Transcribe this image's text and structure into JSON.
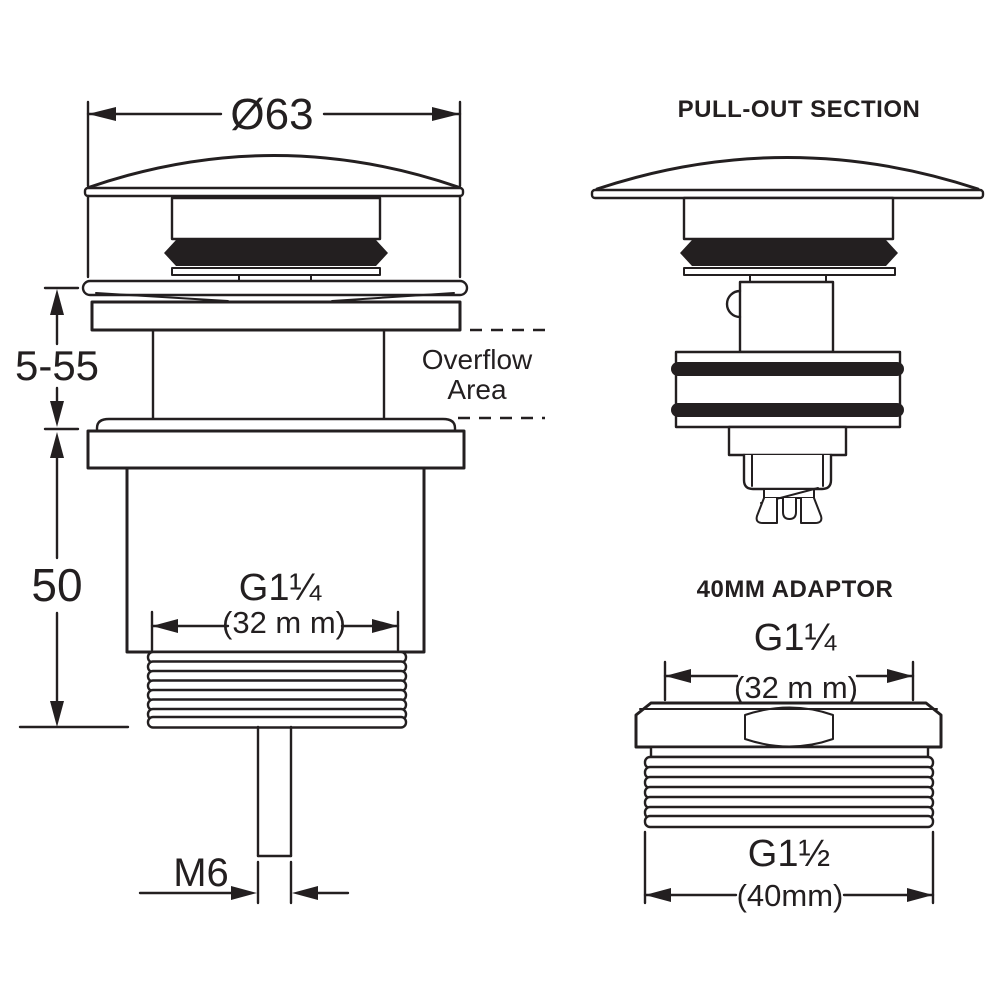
{
  "page": {
    "background": "#ffffff",
    "line_color": "#231f20"
  },
  "main_drawing": {
    "dim_diameter": "Ø63",
    "dim_clamp_range": "5-55",
    "dim_body_height": "50",
    "thread_label": "G1¼",
    "thread_size": "(32 m m)",
    "screw_label": "M6",
    "overflow_label_line1": "Overflow",
    "overflow_label_line2": "Area"
  },
  "pullout_section": {
    "title": "PULL-OUT SECTION"
  },
  "adaptor": {
    "title": "40MM ADAPTOR",
    "top_thread_label": "G1¼",
    "top_thread_size": "(32 m m)",
    "bottom_thread_label": "G1½",
    "bottom_thread_size": "(40mm)"
  }
}
